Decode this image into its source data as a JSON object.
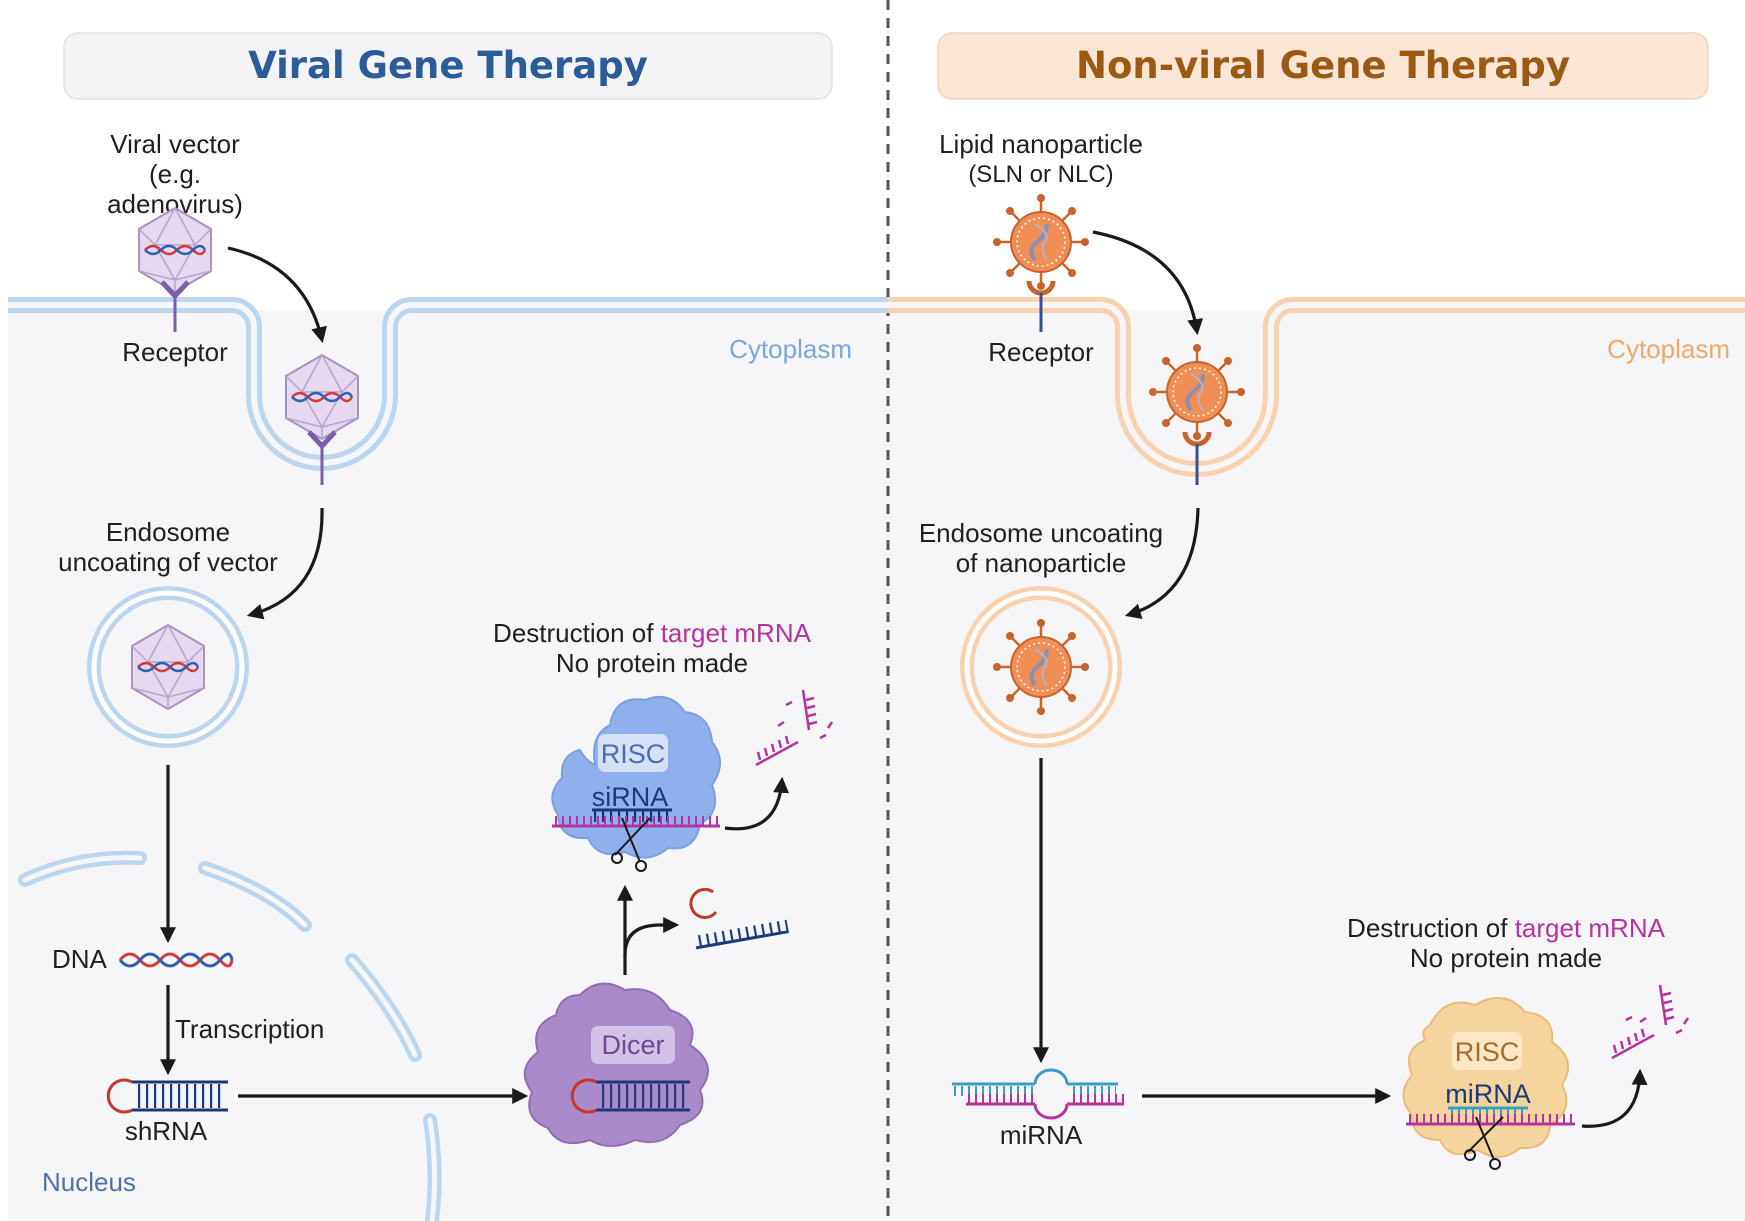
{
  "panels": {
    "viral": {
      "title": "Viral Gene Therapy",
      "vector_label_lines": [
        "Viral vector",
        "(e.g.",
        "adenovirus)"
      ],
      "receptor": "Receptor",
      "cytoplasm": "Cytoplasm",
      "endosome_lines": [
        "Endosome",
        "uncoating of vector"
      ],
      "dna": "DNA",
      "transcription": "Transcription",
      "shrna": "shRNA",
      "nucleus": "Nucleus",
      "dicer": "Dicer",
      "risc": "RISC",
      "sirna": "siRNA",
      "destruction_prefix": "Destruction of ",
      "destruction_target": "target mRNA",
      "no_protein": "No protein made"
    },
    "nonviral": {
      "title": "Non-viral Gene Therapy",
      "vector_label_lines": [
        "Lipid nanoparticle",
        "(SLN or NLC)"
      ],
      "receptor": "Receptor",
      "cytoplasm": "Cytoplasm",
      "endosome_lines": [
        "Endosome uncoating",
        "of nanoparticle"
      ],
      "mirna_below": "miRNA",
      "risc": "RISC",
      "mirna": "miRNA",
      "destruction_prefix": "Destruction of ",
      "destruction_target": "target mRNA",
      "no_protein": "No protein made"
    }
  },
  "colors": {
    "viral_title": "#2a5c99",
    "nonviral_title": "#9a5a14",
    "viral_membrane": "#bcd5ee",
    "nonviral_membrane": "#f8d2ae",
    "viral_region_text": "#7aa7d6",
    "nonviral_region_text": "#f0a86a",
    "nucleus_text": "#4a72a8",
    "target_mrna": "#b5329f",
    "virus_fill": "#e6d8ef",
    "nanoparticle_fill": "#ef8f55",
    "risc_viral": "#8fb0ec",
    "dicer": "#a98bc9",
    "risc_nonviral": "#f6d49e",
    "dna_strand_a": "#d53a3a",
    "dna_strand_b": "#2f5fb0"
  }
}
